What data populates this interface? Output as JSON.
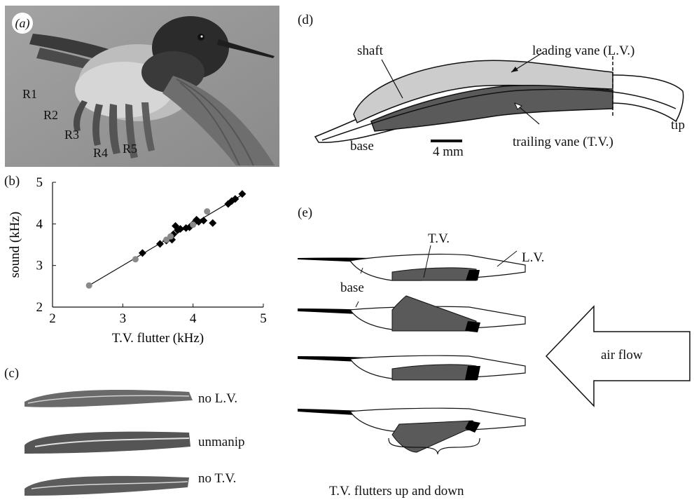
{
  "panels": {
    "a": {
      "label": "(a)",
      "feathers": [
        "R1",
        "R2",
        "R3",
        "R4",
        "R5"
      ]
    },
    "b": {
      "label": "(b)"
    },
    "c": {
      "label": "(c)",
      "feathers": [
        "no L.V.",
        "unmanip",
        "no T.V."
      ]
    },
    "d": {
      "label": "(d)",
      "shaft": "shaft",
      "leading_vane": "leading vane (L.V.)",
      "trailing_vane": "trailing vane (T.V.)",
      "base": "base",
      "tip": "tip",
      "scale": "4 mm"
    },
    "e": {
      "label": "(e)",
      "tv": "T.V.",
      "lv": "L.V.",
      "base": "base",
      "air_flow": "air flow",
      "caption": "T.V. flutters up and down"
    }
  },
  "colors": {
    "light_vane": "#cccccc",
    "dark_vane": "#5a5a5a",
    "black_marker": "#000000",
    "gray_marker": "#8a8a8a"
  },
  "chart_data": {
    "type": "scatter",
    "title": "",
    "xlabel": "T.V. flutter (kHz)",
    "ylabel": "sound (kHz)",
    "xlim": [
      2,
      5
    ],
    "ylim": [
      2,
      5
    ],
    "xticks": [
      2,
      3,
      4,
      5
    ],
    "yticks": [
      2,
      3,
      4,
      5
    ],
    "grid": false,
    "fit_line": {
      "x": [
        2.52,
        4.7
      ],
      "y": [
        2.52,
        4.7
      ]
    },
    "series": [
      {
        "marker": "diamond",
        "color": "#000000",
        "points": [
          [
            3.28,
            3.3
          ],
          [
            3.53,
            3.52
          ],
          [
            3.62,
            3.6
          ],
          [
            3.7,
            3.62
          ],
          [
            3.72,
            3.75
          ],
          [
            3.75,
            3.95
          ],
          [
            3.78,
            3.85
          ],
          [
            3.82,
            3.88
          ],
          [
            3.9,
            3.9
          ],
          [
            3.95,
            3.92
          ],
          [
            4.0,
            4.0
          ],
          [
            4.05,
            4.1
          ],
          [
            4.08,
            4.05
          ],
          [
            4.15,
            4.08
          ],
          [
            4.28,
            4.02
          ],
          [
            4.5,
            4.48
          ],
          [
            4.55,
            4.55
          ],
          [
            4.6,
            4.6
          ],
          [
            4.7,
            4.72
          ]
        ]
      },
      {
        "marker": "circle",
        "color": "#8a8a8a",
        "points": [
          [
            2.52,
            2.52
          ],
          [
            3.18,
            3.15
          ],
          [
            3.62,
            3.62
          ],
          [
            3.68,
            3.7
          ],
          [
            4.0,
            3.98
          ],
          [
            4.2,
            4.3
          ]
        ]
      }
    ]
  }
}
